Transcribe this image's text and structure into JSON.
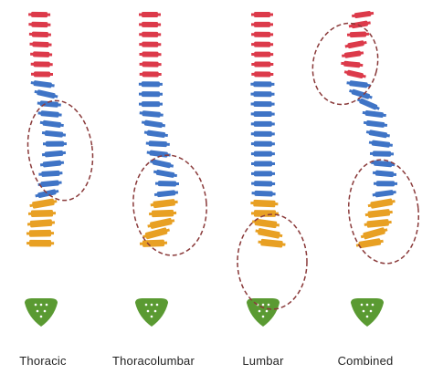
{
  "colors": {
    "cervical": "#dc3a4a",
    "thoracic": "#3f74c6",
    "lumbar": "#e8a023",
    "sacrum": "#5a9a32",
    "curve_outline": "#8a3a3a"
  },
  "panels": [
    {
      "label": "Thoracic",
      "curve_regions": [
        "thoracic"
      ]
    },
    {
      "label": "Thoracolumbar",
      "curve_regions": [
        "thoracolumbar"
      ]
    },
    {
      "label": "Lumbar",
      "curve_regions": [
        "lumbar"
      ]
    },
    {
      "label": "Combined",
      "curve_regions": [
        "upper-thoracic",
        "thoracolumbar"
      ]
    }
  ]
}
